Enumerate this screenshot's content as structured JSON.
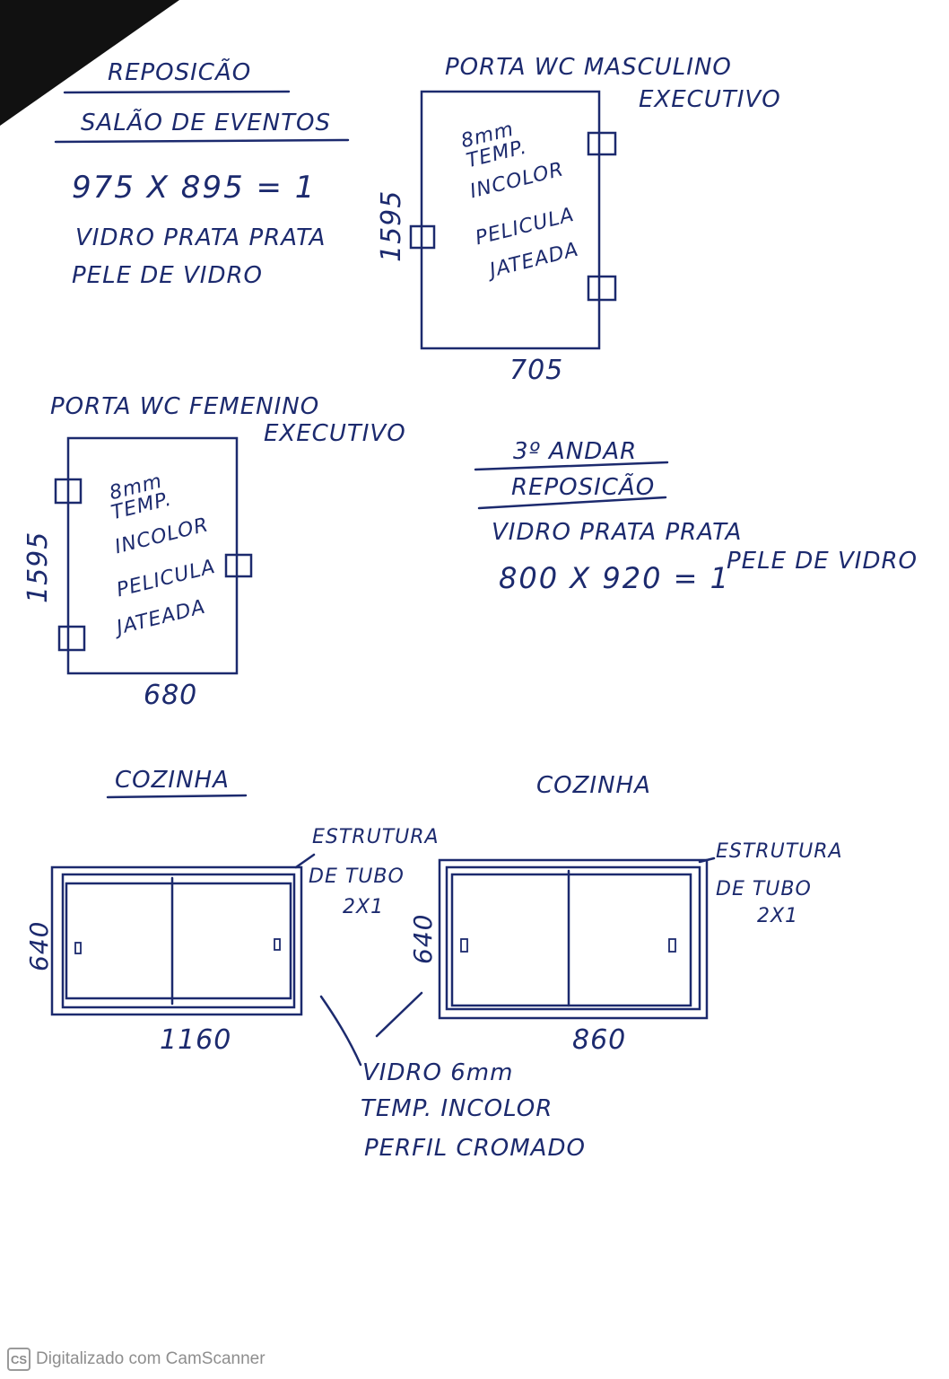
{
  "top_left": {
    "title": "REPOSICÃO",
    "location": "SALÃO DE EVENTOS",
    "dimensions": "975 X 895 = 1",
    "glass": "VIDRO PRATA PRATA",
    "type": "PELE DE VIDRO"
  },
  "wc_masculino": {
    "title": "PORTA WC MASCULINO",
    "subtitle": "EXECUTIVO",
    "note_1": "8mm",
    "note_2": "TEMP.",
    "note_3": "INCOLOR",
    "note_4": "PELICULA",
    "note_5": "JATEADA",
    "height": "1595",
    "width": "705"
  },
  "wc_feminino": {
    "title": "PORTA WC FEMENINO",
    "subtitle": "EXECUTIVO",
    "note_1": "8mm",
    "note_2": "TEMP.",
    "note_3": "INCOLOR",
    "note_4": "PELICULA",
    "note_5": "JATEADA",
    "height": "1595",
    "width": "680"
  },
  "andar": {
    "floor": "3º ANDAR",
    "title": "REPOSICÃO",
    "glass": "VIDRO PRATA PRATA",
    "dimensions": "800 X 920 = 1",
    "type": "PELE DE VIDRO"
  },
  "cozinha_left": {
    "title": "COZINHA",
    "structure_1": "ESTRUTURA",
    "structure_2": "DE TUBO",
    "structure_3": "2X1",
    "height": "640",
    "width": "1160"
  },
  "cozinha_right": {
    "title": "COZINHA",
    "structure_1": "ESTRUTURA",
    "structure_2": "DE TUBO",
    "structure_3": "2X1",
    "height": "640",
    "width": "860"
  },
  "bottom_note": {
    "line_1": "VIDRO 6mm",
    "line_2": "TEMP. INCOLOR",
    "line_3": "PERFIL CROMADO"
  },
  "footer": {
    "logo": "CS",
    "text": "Digitalizado com CamScanner"
  },
  "colors": {
    "ink": "#1c2a6e",
    "paper": "#ffffff",
    "footer_text": "#8e8e8e"
  }
}
